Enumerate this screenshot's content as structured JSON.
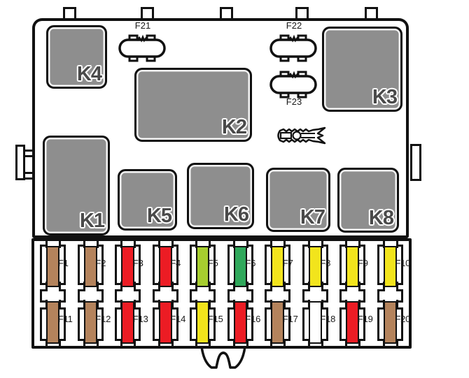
{
  "diagram": {
    "kind": "fuse-box-layout",
    "colors": {
      "relay_fill": "#8E8E8E",
      "outline": "#111111",
      "relay_label": "#4A4A4A",
      "background": "#FFFFFF",
      "fuse_brown": "#B4835C",
      "fuse_red": "#EC1C24",
      "fuse_yellow": "#F2E41C",
      "fuse_yellowgreen": "#A7CE2F",
      "fuse_green": "#2FA85B",
      "fuse_white": "#FFFFFF"
    }
  },
  "relays": [
    {
      "id": "K1",
      "label": "K1"
    },
    {
      "id": "K2",
      "label": "K2"
    },
    {
      "id": "K3",
      "label": "K3"
    },
    {
      "id": "K4",
      "label": "K4"
    },
    {
      "id": "K5",
      "label": "K5"
    },
    {
      "id": "K6",
      "label": "K6"
    },
    {
      "id": "K7",
      "label": "K7"
    },
    {
      "id": "K8",
      "label": "K8"
    }
  ],
  "top_fuses": [
    {
      "id": "F21",
      "label": "F21"
    },
    {
      "id": "F22",
      "label": "F22"
    },
    {
      "id": "F23",
      "label": "F23"
    }
  ],
  "fuses": [
    {
      "label": "F1",
      "color": "#B4835C"
    },
    {
      "label": "F2",
      "color": "#B4835C"
    },
    {
      "label": "F3",
      "color": "#EC1C24"
    },
    {
      "label": "F4",
      "color": "#EC1C24"
    },
    {
      "label": "F5",
      "color": "#A7CE2F"
    },
    {
      "label": "F6",
      "color": "#2FA85B"
    },
    {
      "label": "F7",
      "color": "#F2E41C"
    },
    {
      "label": "F8",
      "color": "#F2E41C"
    },
    {
      "label": "F9",
      "color": "#F2E41C"
    },
    {
      "label": "F10",
      "color": "#F2E41C"
    },
    {
      "label": "F11",
      "color": "#B4835C"
    },
    {
      "label": "F12",
      "color": "#B4835C"
    },
    {
      "label": "F13",
      "color": "#EC1C24"
    },
    {
      "label": "F14",
      "color": "#EC1C24"
    },
    {
      "label": "F15",
      "color": "#F2E41C"
    },
    {
      "label": "F16",
      "color": "#EC1C24"
    },
    {
      "label": "F17",
      "color": "#B4835C"
    },
    {
      "label": "F18",
      "color": "#FFFFFF"
    },
    {
      "label": "F19",
      "color": "#EC1C24"
    },
    {
      "label": "F20",
      "color": "#B4835C"
    }
  ]
}
